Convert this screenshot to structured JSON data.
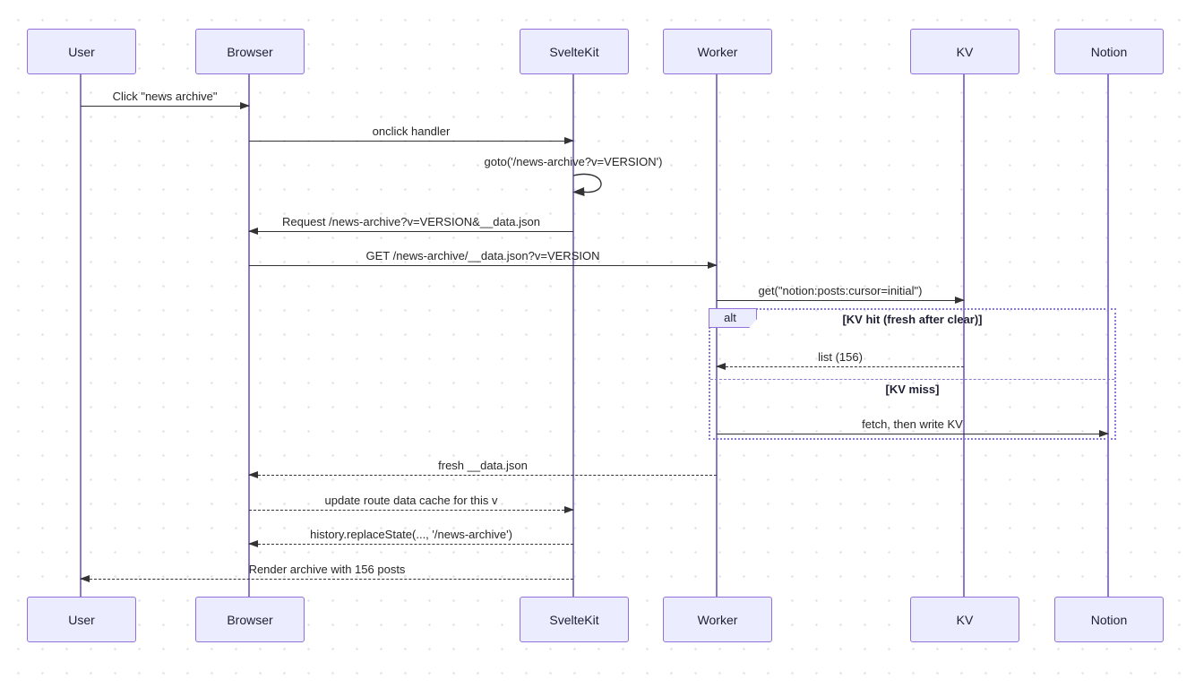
{
  "diagram": {
    "type": "sequence-diagram",
    "actors": [
      {
        "name": "User"
      },
      {
        "name": "Browser"
      },
      {
        "name": "SvelteKit"
      },
      {
        "name": "Worker"
      },
      {
        "name": "KV"
      },
      {
        "name": "Notion"
      }
    ],
    "messages": [
      {
        "from": "User",
        "to": "Browser",
        "label": "Click \"news archive\"",
        "line": "solid"
      },
      {
        "from": "Browser",
        "to": "SvelteKit",
        "label": "onclick handler",
        "line": "solid"
      },
      {
        "from": "SvelteKit",
        "to": "SvelteKit",
        "label": "goto('/news-archive?v=VERSION')",
        "line": "solid",
        "self": true
      },
      {
        "from": "SvelteKit",
        "to": "Browser",
        "label": "Request /news-archive?v=VERSION&__data.json",
        "line": "solid"
      },
      {
        "from": "Browser",
        "to": "Worker",
        "label": "GET /news-archive/__data.json?v=VERSION",
        "line": "solid"
      },
      {
        "from": "Worker",
        "to": "KV",
        "label": "get(\"notion:posts:cursor=initial\")",
        "line": "solid"
      },
      {
        "from": "KV",
        "to": "Worker",
        "label": "list (156)",
        "line": "dashed"
      },
      {
        "from": "Worker",
        "to": "Notion",
        "label": "fetch, then write KV",
        "line": "solid"
      },
      {
        "from": "Worker",
        "to": "Browser",
        "label": "fresh __data.json",
        "line": "dashed"
      },
      {
        "from": "Browser",
        "to": "SvelteKit",
        "label": "update route data cache for this v",
        "line": "dashed"
      },
      {
        "from": "SvelteKit",
        "to": "Browser",
        "label": "history.replaceState(..., '/news-archive')",
        "line": "dashed"
      },
      {
        "from": "SvelteKit",
        "to": "User",
        "label": "Render archive with 156 posts",
        "line": "dashed"
      }
    ],
    "alt": {
      "tag": "alt",
      "conditions": [
        "[KV hit (fresh after clear)]",
        "[KV miss]"
      ]
    },
    "colors": {
      "actor_fill": "#ECECFF",
      "actor_border": "#9370DB",
      "lifeline": "#8D78C9",
      "frame_border": "#8A7AD1",
      "message_line": "#333333",
      "background_dot": "#DFDFE6"
    }
  }
}
